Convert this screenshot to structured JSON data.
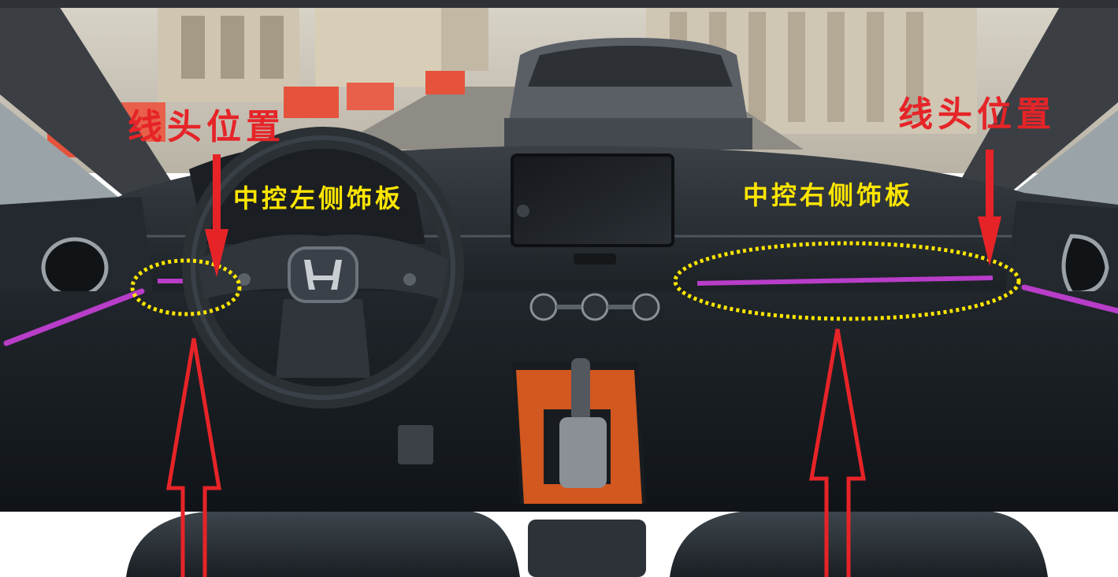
{
  "annotations": {
    "left_position_label": "线头位置",
    "right_position_label": "线头位置",
    "left_panel_label": "中控左侧饰板",
    "right_panel_label": "中控右侧饰板"
  },
  "colors": {
    "arrow_red": "#e62428",
    "label_yellow": "#ffe600",
    "ambient_purple": "#b83dc8",
    "console_orange": "#d2581f",
    "dashboard_dark": "#23282d"
  },
  "icons": {
    "steering_logo": "honda-logo-icon"
  }
}
